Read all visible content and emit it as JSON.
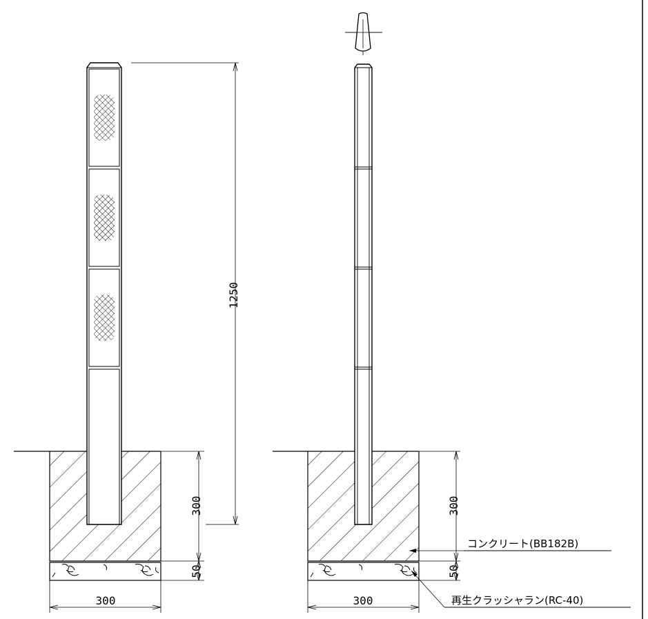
{
  "drawing": {
    "front_view": {
      "height_dim": "1250",
      "embed_dim": "300",
      "base_dim": "50",
      "width_dim": "300"
    },
    "side_view": {
      "embed_dim": "300",
      "base_dim": "50",
      "width_dim": "300"
    },
    "labels": {
      "concrete": "コンクリート(BB182B)",
      "crusher_run": "再生クラッシャラン(RC-40)"
    }
  }
}
